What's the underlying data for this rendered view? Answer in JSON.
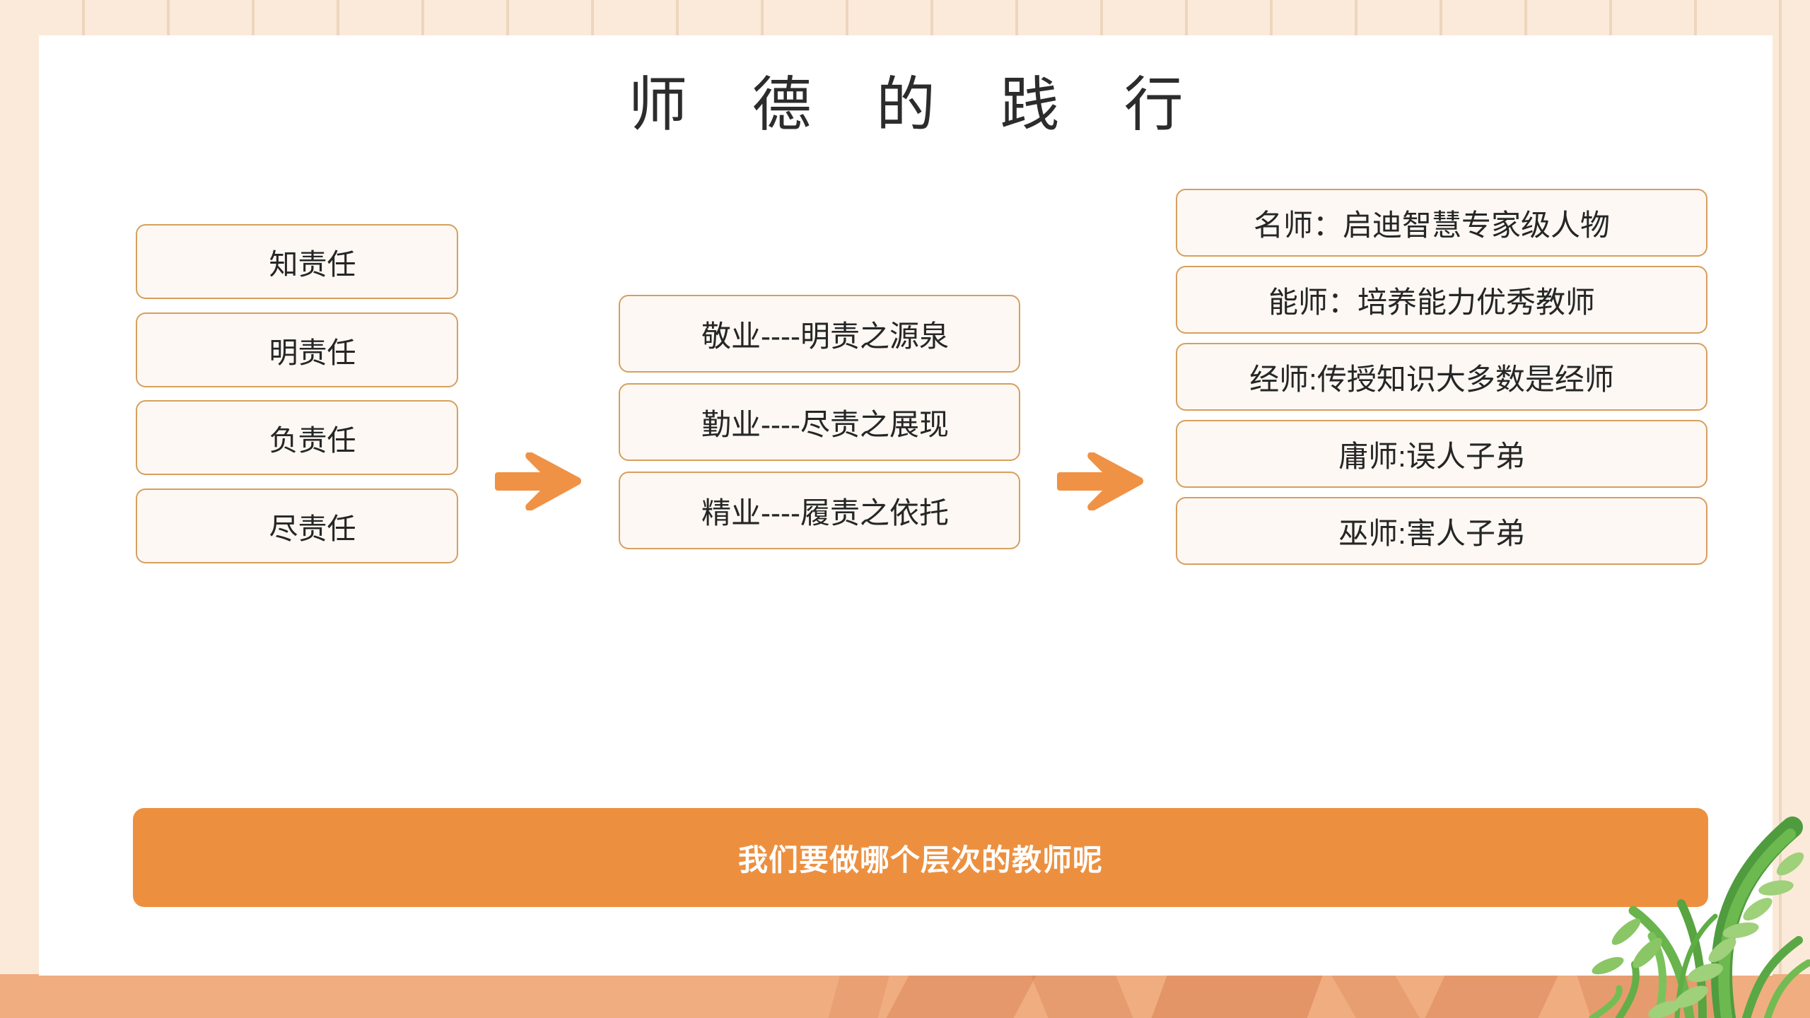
{
  "slide": {
    "title": "师 德 的 践 行",
    "background_color": "#fbead9",
    "card_color": "#ffffff",
    "accent_color": "#ec9040",
    "box_border_color": "#d79f5e",
    "box_fill_color": "#fdf8f3",
    "bottom_band_color": "#f0ad80"
  },
  "left_column": {
    "items": [
      {
        "label": "知责任"
      },
      {
        "label": "明责任"
      },
      {
        "label": "负责任"
      },
      {
        "label": "尽责任"
      }
    ]
  },
  "middle_column": {
    "items": [
      {
        "label": "敬业----明责之源泉"
      },
      {
        "label": "勤业----尽责之展现"
      },
      {
        "label": "精业----履责之依托"
      }
    ]
  },
  "right_column": {
    "items": [
      {
        "label": "名师：启迪智慧专家级人物"
      },
      {
        "label": "能师：培养能力优秀教师"
      },
      {
        "label": "经师:传授知识大多数是经师"
      },
      {
        "label": "庸师:误人子弟"
      },
      {
        "label": "巫师:害人子弟"
      }
    ]
  },
  "arrows": [
    {
      "name": "arrow-left-to-middle",
      "direction": "right"
    },
    {
      "name": "arrow-middle-to-right",
      "direction": "right"
    }
  ],
  "banner": {
    "text": "我们要做哪个层次的教师呢"
  }
}
